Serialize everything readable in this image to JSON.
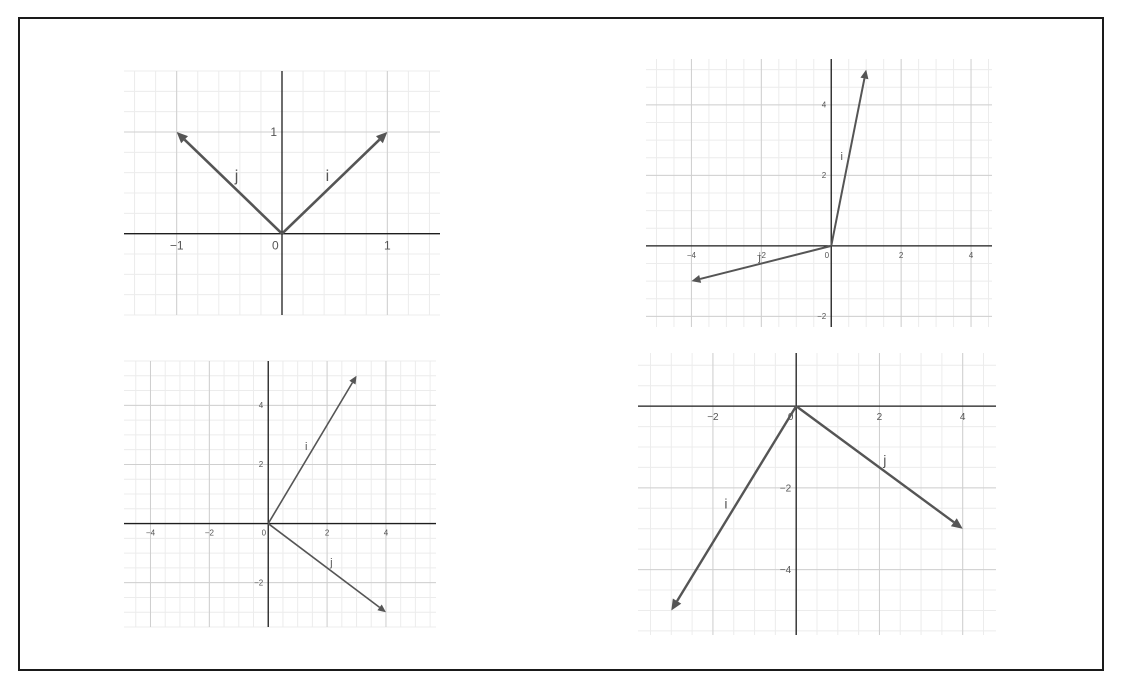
{
  "colors": {
    "grid_minor": "#ececec",
    "grid_major": "#cfcfcf",
    "axis": "#1e1e1e",
    "vector": "#555555",
    "border": "#1a1a1a"
  },
  "plots": [
    {
      "id": "top-left",
      "x_range": [
        -1.5,
        1.5
      ],
      "y_range": [
        -0.8,
        1.6
      ],
      "major_step": 1,
      "minor_div": 5,
      "x_ticks": [
        {
          "v": -1,
          "t": "−1"
        },
        {
          "v": 0,
          "t": "0"
        },
        {
          "v": 1,
          "t": "1"
        }
      ],
      "y_ticks": [
        {
          "v": 1,
          "t": "1"
        }
      ],
      "vectors": [
        {
          "name": "i",
          "x": 1,
          "y": 1,
          "label": "i"
        },
        {
          "name": "j",
          "x": -1,
          "y": 1,
          "label": "j"
        }
      ]
    },
    {
      "id": "top-right",
      "x_range": [
        -5.3,
        4.6
      ],
      "y_range": [
        -2.3,
        5.3
      ],
      "major_step": 2,
      "minor_div": 4,
      "x_ticks": [
        {
          "v": -4,
          "t": "−4"
        },
        {
          "v": -2,
          "t": "−2"
        },
        {
          "v": 0,
          "t": "0"
        },
        {
          "v": 2,
          "t": "2"
        },
        {
          "v": 4,
          "t": "4"
        }
      ],
      "y_ticks": [
        {
          "v": -2,
          "t": "−2"
        },
        {
          "v": 2,
          "t": "2"
        },
        {
          "v": 4,
          "t": "4"
        }
      ],
      "vectors": [
        {
          "name": "i",
          "x": 1,
          "y": 5,
          "label": "i"
        },
        {
          "name": "j",
          "x": -4,
          "y": -1,
          "label": "j"
        }
      ]
    },
    {
      "id": "bottom-left",
      "x_range": [
        -4.9,
        5.7
      ],
      "y_range": [
        -3.5,
        5.5
      ],
      "major_step": 2,
      "minor_div": 4,
      "x_ticks": [
        {
          "v": -4,
          "t": "−4"
        },
        {
          "v": -2,
          "t": "−2"
        },
        {
          "v": 0,
          "t": "0"
        },
        {
          "v": 2,
          "t": "2"
        },
        {
          "v": 4,
          "t": "4"
        }
      ],
      "y_ticks": [
        {
          "v": -2,
          "t": "−2"
        },
        {
          "v": 2,
          "t": "2"
        },
        {
          "v": 4,
          "t": "4"
        }
      ],
      "vectors": [
        {
          "name": "i",
          "x": 3,
          "y": 5,
          "label": "i"
        },
        {
          "name": "j",
          "x": 4,
          "y": -3,
          "label": "j"
        }
      ]
    },
    {
      "id": "bottom-right",
      "x_range": [
        -3.8,
        4.8
      ],
      "y_range": [
        -5.6,
        1.3
      ],
      "major_step": 2,
      "minor_div": 4,
      "x_ticks": [
        {
          "v": -2,
          "t": "−2"
        },
        {
          "v": 0,
          "t": "0"
        },
        {
          "v": 2,
          "t": "2"
        },
        {
          "v": 4,
          "t": "4"
        }
      ],
      "y_ticks": [
        {
          "v": -2,
          "t": "−2"
        },
        {
          "v": -4,
          "t": "−4"
        }
      ],
      "vectors": [
        {
          "name": "i",
          "x": -3,
          "y": -5,
          "label": "i"
        },
        {
          "name": "j",
          "x": 4,
          "y": -3,
          "label": "j"
        }
      ]
    }
  ]
}
